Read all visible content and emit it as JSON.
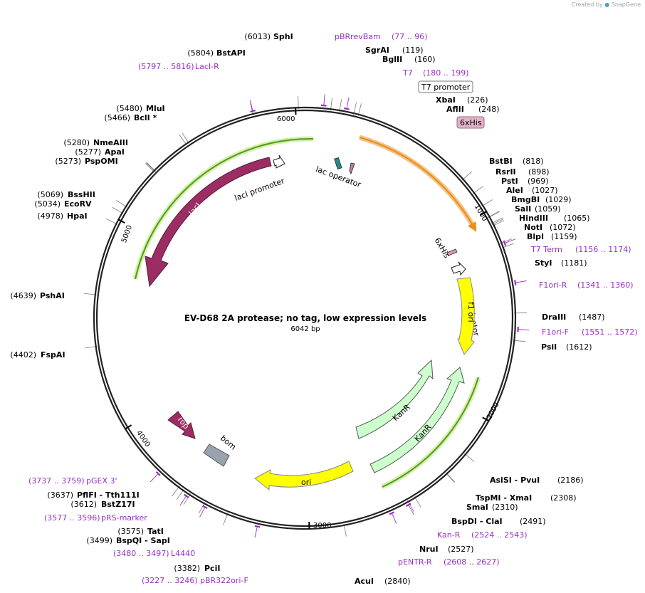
{
  "credit": {
    "prefix": "Created by",
    "brand": "SnapGene"
  },
  "plasmid": {
    "name": "EV-D68 2A protease; no tag, low expression levels",
    "length_text": "6042 bp",
    "length": 6042
  },
  "ticks": [
    "1000",
    "2000",
    "3000",
    "4000",
    "5000",
    "6000"
  ],
  "sites": [
    {
      "name": "SphI",
      "pos": "(6013)",
      "mark": 6013
    },
    {
      "name": "BstAPI",
      "pos": "(5804)",
      "mark": 5804
    },
    {
      "name": "MluI",
      "pos": "(5480)",
      "mark": 5480
    },
    {
      "name": "BclI *",
      "pos": "(5466)",
      "mark": 5466
    },
    {
      "name": "NmeAIII",
      "pos": "(5280)",
      "mark": 5280
    },
    {
      "name": "ApaI",
      "pos": "(5277)",
      "mark": 5277
    },
    {
      "name": "PspOMI",
      "pos": "(5273)",
      "mark": 5273
    },
    {
      "name": "BssHII",
      "pos": "(5069)",
      "mark": 5069
    },
    {
      "name": "EcoRV",
      "pos": "(5034)",
      "mark": 5034
    },
    {
      "name": "HpaI",
      "pos": "(4978)",
      "mark": 4978
    },
    {
      "name": "PshAI",
      "pos": "(4639)",
      "mark": 4639
    },
    {
      "name": "FspAI",
      "pos": "(4402)",
      "mark": 4402
    },
    {
      "name": "PflFI  - Tth111I",
      "pos": "(3637)",
      "mark": 3637
    },
    {
      "name": "BstZ17I",
      "pos": "(3612)",
      "mark": 3612
    },
    {
      "name": "TatI",
      "pos": "(3575)",
      "mark": 3575
    },
    {
      "name": "BspQI  - SapI",
      "pos": "(3499)",
      "mark": 3499
    },
    {
      "name": "PciI",
      "pos": "(3382)",
      "mark": 3382
    },
    {
      "name": "SgrAI",
      "pos": "(119)",
      "mark": 119
    },
    {
      "name": "BglII",
      "pos": "(160)",
      "mark": 160
    },
    {
      "name": "XbaI",
      "pos": "(226)",
      "mark": 226
    },
    {
      "name": "AflII",
      "pos": "(248)",
      "mark": 248
    },
    {
      "name": "BstBI",
      "pos": "(818)",
      "mark": 818
    },
    {
      "name": "RsrII",
      "pos": "(898)",
      "mark": 898
    },
    {
      "name": "PstI",
      "pos": "(969)",
      "mark": 969
    },
    {
      "name": "AleI",
      "pos": "(1027)",
      "mark": 1027
    },
    {
      "name": "BmgBI",
      "pos": "(1029)",
      "mark": 1029
    },
    {
      "name": "SalI",
      "pos": "(1059)",
      "mark": 1059
    },
    {
      "name": "HindIII",
      "pos": "(1065)",
      "mark": 1065
    },
    {
      "name": "NotI",
      "pos": "(1072)",
      "mark": 1072
    },
    {
      "name": "BlpI",
      "pos": "(1159)",
      "mark": 1159
    },
    {
      "name": "StyI",
      "pos": "(1181)",
      "mark": 1181
    },
    {
      "name": "DraIII",
      "pos": "(1487)",
      "mark": 1487
    },
    {
      "name": "PsiI",
      "pos": "(1612)",
      "mark": 1612
    },
    {
      "name": "AsiSI  - PvuI",
      "pos": "(2186)",
      "mark": 2186
    },
    {
      "name": "TspMI  - XmaI",
      "pos": "(2308)",
      "mark": 2308
    },
    {
      "name": "SmaI",
      "pos": "(2310)",
      "mark": 2310
    },
    {
      "name": "BspDI  - ClaI",
      "pos": "(2491)",
      "mark": 2491
    },
    {
      "name": "NruI",
      "pos": "(2527)",
      "mark": 2527
    },
    {
      "name": "AcuI",
      "pos": "(2840)",
      "mark": 2840
    }
  ],
  "primers": [
    {
      "name": "pBRrevBam",
      "range": "(77 .. 96)",
      "mark": 86
    },
    {
      "name": "T7",
      "range": "(180 .. 199)",
      "mark": 190
    },
    {
      "name": "T7 Term",
      "range": "(1156 .. 1174)",
      "mark": 1165
    },
    {
      "name": "F1ori-R",
      "range": "(1341 .. 1360)",
      "mark": 1350
    },
    {
      "name": "F1ori-F",
      "range": "(1551 .. 1572)",
      "mark": 1561
    },
    {
      "name": "Kan-R",
      "range": "(2524 .. 2543)",
      "mark": 2533
    },
    {
      "name": "pENTR-R",
      "range": "(2608 .. 2627)",
      "mark": 2617
    },
    {
      "name": "pBR322ori-F",
      "range": "(3227 .. 3246)",
      "mark": 3236
    },
    {
      "name": "L4440",
      "range": "(3480 .. 3497)",
      "mark": 3488
    },
    {
      "name": "pRS-marker",
      "range": "(3577 .. 3596)",
      "mark": 3586
    },
    {
      "name": "pGEX 3'",
      "range": "(3737 .. 3759)",
      "mark": 3748
    },
    {
      "name": "LacI-R",
      "range": "(5797 .. 5816)",
      "mark": 5806
    }
  ],
  "boxed_labels": [
    {
      "name": "T7 promoter",
      "mark": 210
    },
    {
      "name": "6xHis",
      "mark": 280
    }
  ],
  "features": {
    "lacI": "lacI",
    "lacI_promoter": "lacI promoter",
    "lac_operator": "lac operator",
    "his_tag": "6xHis",
    "t7_terminator": "T7 terminator",
    "f1_ori": "f1 ori",
    "kanR_1": "KanR",
    "kanR_2": "KanR",
    "ori": "ori",
    "rop": "rop",
    "bom": "bom"
  },
  "colors": {
    "backbone": "#222222",
    "lacI": "#9b2d63",
    "f1_ori": "#ffff00",
    "ori": "#ffff00",
    "kanR": "#ccffcc",
    "primer": "#9a2fc9",
    "insert_glow": "#f4c38a",
    "lacI_glow": "#d6f0a8",
    "bom": "#9aa3ad"
  }
}
